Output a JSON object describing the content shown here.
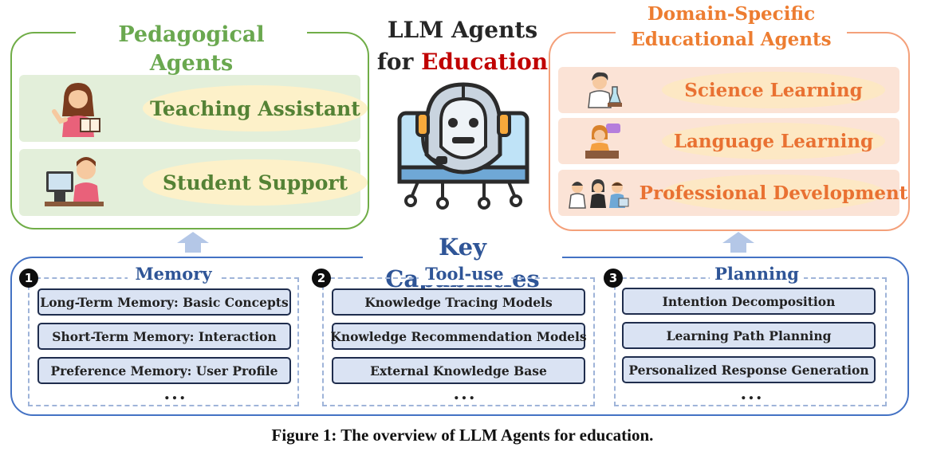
{
  "main_title": {
    "line1": "LLM Agents",
    "line2_prefix": "for ",
    "line2_accent": "Education"
  },
  "pedagogical": {
    "title": "Pedagogical Agents",
    "items": [
      "Teaching Assistant",
      "Student Support"
    ]
  },
  "domain": {
    "title_line1": "Domain-Specific",
    "title_line2": "Educational Agents",
    "items": [
      "Science Learning",
      "Language Learning",
      "Professional Development"
    ]
  },
  "capabilities": {
    "title": "Key Capabilities",
    "columns": [
      {
        "number": "1",
        "title": "Memory",
        "items": [
          "Long-Term Memory: Basic Concepts",
          "Short-Term Memory: Interaction",
          "Preference Memory: User Profile"
        ],
        "more": "..."
      },
      {
        "number": "2",
        "title": "Tool-use",
        "items": [
          "Knowledge Tracing Models",
          "Knowledge Recommendation Models",
          "External Knowledge Base"
        ],
        "more": "..."
      },
      {
        "number": "3",
        "title": "Planning",
        "items": [
          "Intention Decomposition",
          "Learning Path Planning",
          "Personalized Response Generation"
        ],
        "more": "..."
      }
    ]
  },
  "caption": "Figure 1: The overview of LLM Agents for education.",
  "colors": {
    "pedagogical": "#70ad47",
    "domain": "#f4a07a",
    "capabilities": "#4472c4",
    "education_accent": "#c00000"
  }
}
